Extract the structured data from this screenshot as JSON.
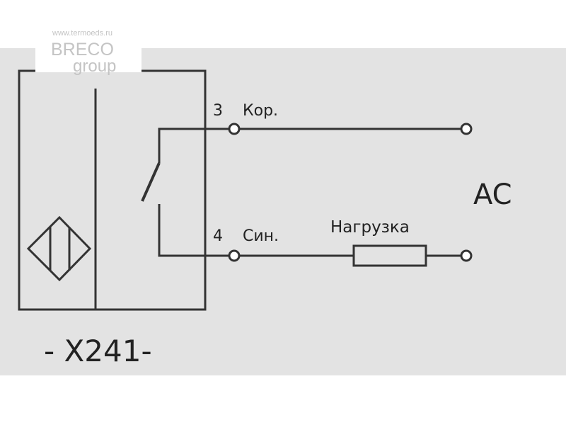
{
  "watermark": {
    "url": "www.termoeds.ru",
    "brand_line1": "BRECO",
    "brand_line2": "group"
  },
  "terminals": {
    "t3_number": "3",
    "t3_label": "Кор.",
    "t4_number": "4",
    "t4_label": "Син."
  },
  "load_label": "Нагрузка",
  "supply_label": "AC",
  "model_label": "- X241-",
  "colors": {
    "background_panel": "#e3e3e3",
    "page": "#ffffff",
    "line": "#333333",
    "terminal_fill": "#ffffff",
    "watermark": "#c4c4c4"
  }
}
